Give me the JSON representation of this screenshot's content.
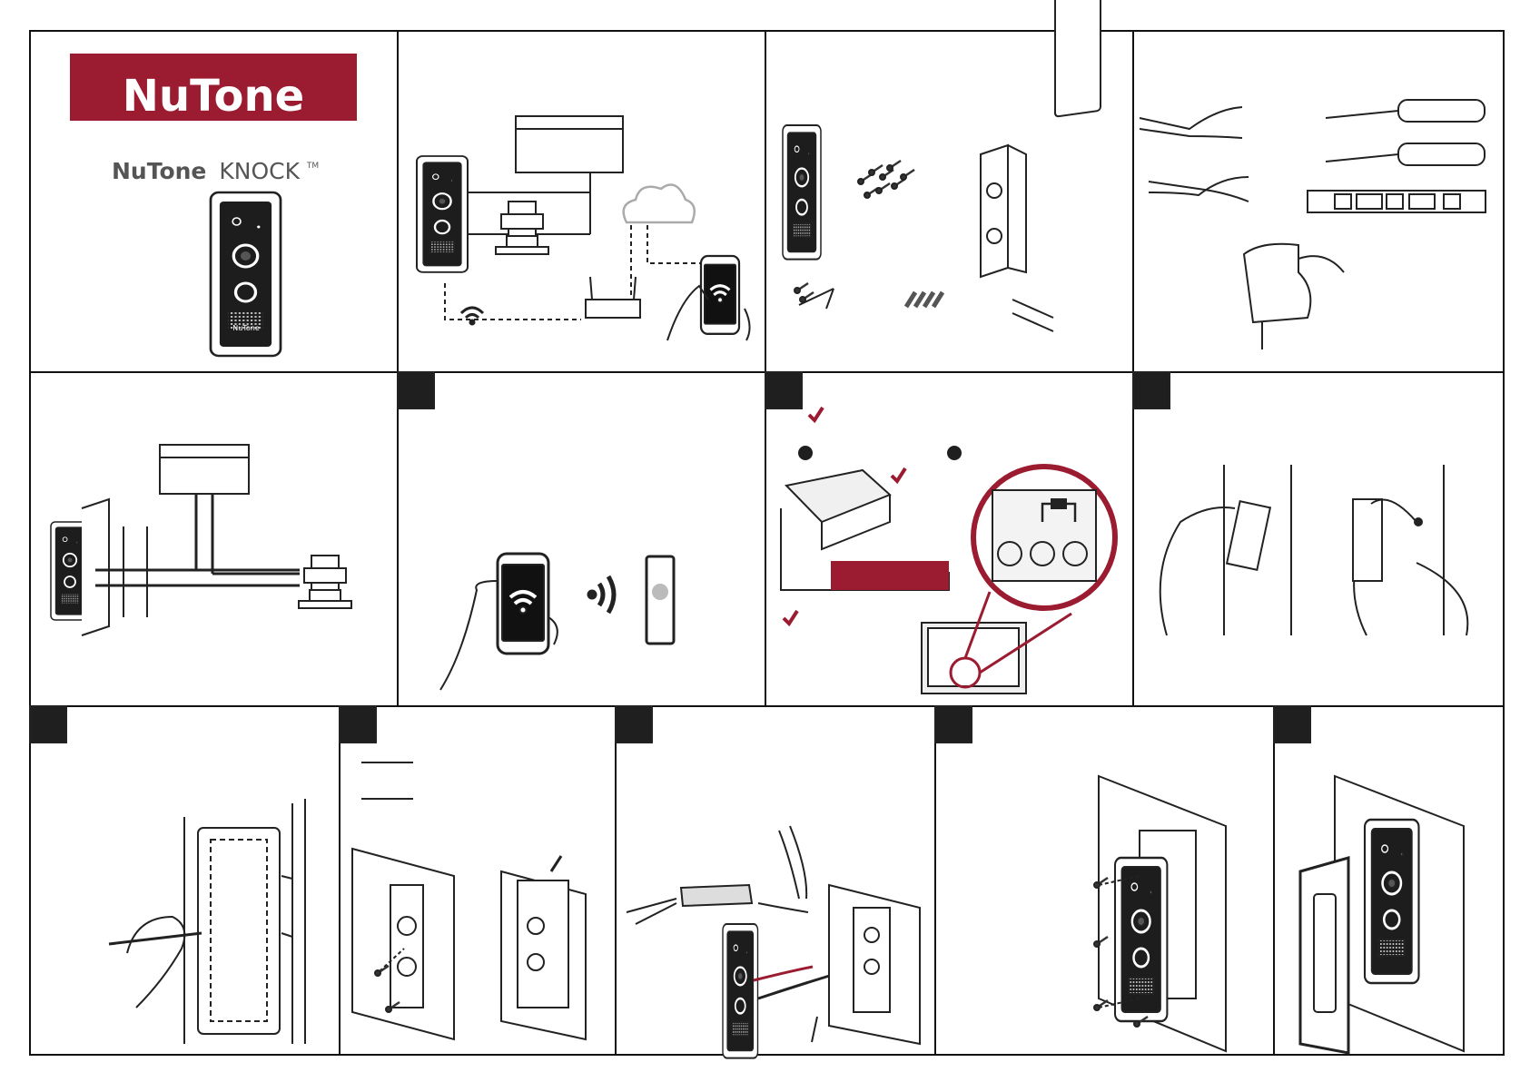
{
  "brand": {
    "logo_text": "NuTone",
    "product_brand": "NuTone",
    "product_name": "KNOCK",
    "trademark": "TM",
    "device_logo": "NuTone",
    "accent_color": "#9b1b30"
  },
  "icons": [
    "wifi-icon",
    "cloud-icon",
    "check-icon",
    "screw-icon"
  ]
}
